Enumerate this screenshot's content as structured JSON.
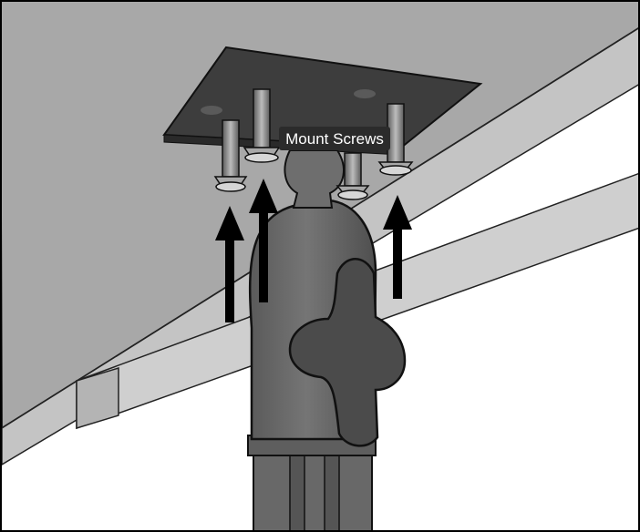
{
  "labels": {
    "mount_screws": "Mount Screws"
  },
  "parts": {
    "ceiling": "ceiling-panel",
    "mount_plate": "mount-plate",
    "screws": [
      "screw-1",
      "screw-2",
      "screw-3",
      "screw-4"
    ],
    "ball_joint": "ball-joint",
    "arm": "arm-socket",
    "knob": "tightening-knob",
    "pole": "support-pole"
  },
  "arrows": [
    "arrow-up",
    "arrow-up",
    "arrow-up"
  ],
  "colors": {
    "ceiling": "#a9a9a9",
    "ceiling_face": "#c6c6c6",
    "ceiling_band": "#d6d6d6",
    "plate": "#3c3c3c",
    "mount": "#6a6a6a",
    "knob": "#4c4c4c",
    "screw": "#9a9a9a",
    "arrow": "#000000",
    "label_bg": "#2b2b2b",
    "label_text": "#ffffff"
  }
}
